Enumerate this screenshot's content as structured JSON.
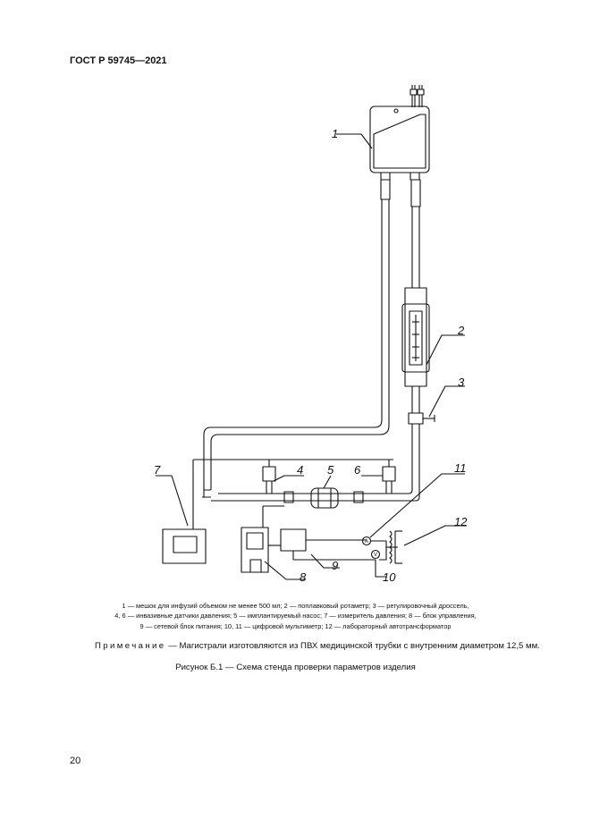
{
  "header": {
    "standard": "ГОСТ Р 59745—2021"
  },
  "figure": {
    "labels": [
      "1",
      "2",
      "3",
      "4",
      "5",
      "6",
      "7",
      "8",
      "9",
      "10",
      "11",
      "12"
    ],
    "meter_a": "A",
    "meter_v": "V"
  },
  "legend": {
    "line1": "1 — мешок для инфузий объемом не менее 500 мл; 2 — поплавковый ротаметр; 3 — регулировочный дроссель,",
    "line2": "4, 6 — инвазивные датчики давления; 5 — имплантируемый насос; 7 — измеритель давления; 8 — блок управления,",
    "line3": "9 — сетевой блок питания; 10, 11 — цифровой мультиметр; 12 — лабораторный автотрансформатор"
  },
  "note": {
    "label": "Примечание",
    "text": " — Магистрали изготовляются из ПВХ медицинской трубки с внутренним диаметром 12,5 мм."
  },
  "caption": "Рисунок Б.1 — Схема стенда проверки параметров изделия",
  "page_number": "20"
}
